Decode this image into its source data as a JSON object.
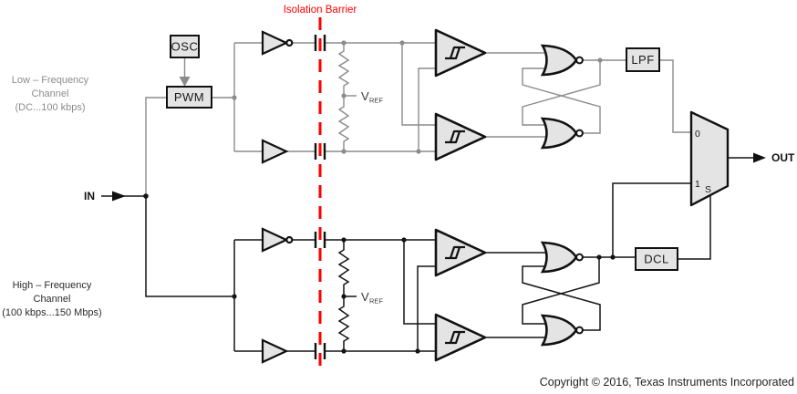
{
  "diagram": {
    "isolation_barrier_label": "Isolation Barrier",
    "low_freq_channel": {
      "line1": "Low – Frequency",
      "line2": "Channel",
      "line3": "(DC...100 kbps)"
    },
    "high_freq_channel": {
      "line1": "High – Frequency",
      "line2": "Channel",
      "line3": "(100 kbps...150 Mbps)"
    },
    "input_label": "IN",
    "output_label": "OUT",
    "blocks": {
      "osc": "OSC",
      "pwm": "PWM",
      "lpf": "LPF",
      "dcl": "DCL"
    },
    "vref": {
      "symbol": "V",
      "subscript": "REF"
    },
    "mux": {
      "input0": "0",
      "input1": "1",
      "select": "S"
    },
    "copyright": "Copyright © 2016, Texas Instruments Incorporated",
    "colors": {
      "barrier_red": "#ff0000",
      "low_channel_wire": "#8c8c8c",
      "high_channel_wire": "#141414",
      "component_outline": "#111111",
      "component_fill": "#e4e4e4",
      "low_channel_text": "#8c8c8c"
    }
  }
}
